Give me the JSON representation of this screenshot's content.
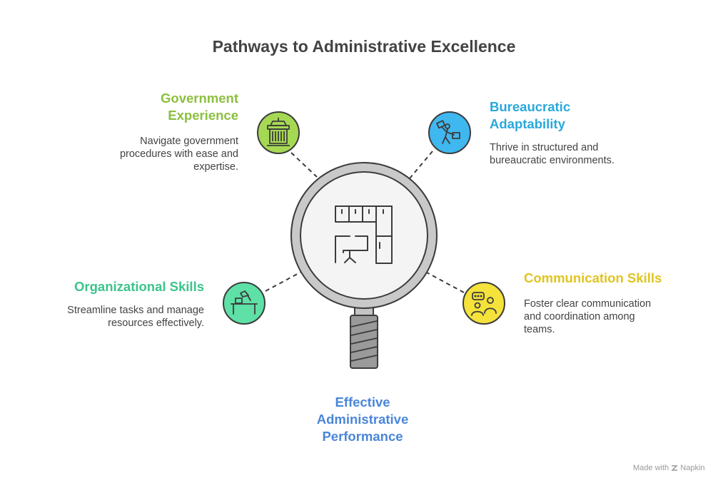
{
  "title": "Pathways to Administrative Excellence",
  "center": {
    "label_lines": [
      "Effective",
      "Administrative",
      "Performance"
    ],
    "icon": "office-floorplan-icon",
    "color": "#4a86d8"
  },
  "nodes": {
    "government": {
      "heading_lines": [
        "Government",
        "Experience"
      ],
      "desc_lines": [
        "Navigate government",
        "procedures with ease and",
        "expertise."
      ],
      "color": "#8cbf3f",
      "icon": "government-building-icon"
    },
    "bureaucratic": {
      "heading_lines": [
        "Bureaucratic",
        "Adaptability"
      ],
      "desc_lines": [
        "Thrive in structured and",
        "bureaucratic environments."
      ],
      "color": "#29a8dc",
      "icon": "juggling-person-icon"
    },
    "organizational": {
      "heading_lines": [
        "Organizational Skills"
      ],
      "desc_lines": [
        "Streamline tasks and manage",
        "resources effectively."
      ],
      "color": "#3cc48a",
      "icon": "desk-lamp-icon"
    },
    "communication": {
      "heading_lines": [
        "Communication Skills"
      ],
      "desc_lines": [
        "Foster clear communication",
        "and coordination among",
        "teams."
      ],
      "color": "#e0c420",
      "icon": "people-chat-icon"
    }
  },
  "footer": {
    "made_with": "Made with",
    "brand": "Napkin"
  }
}
